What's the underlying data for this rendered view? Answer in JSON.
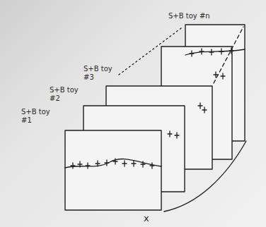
{
  "diagram": {
    "nodes": [
      {
        "text": [
          "S+B toy #1"
        ]
      },
      {
        "text": [
          "S+B toy #2"
        ]
      },
      {
        "text": [
          "S+B toy #3"
        ]
      },
      {
        "text": [
          "S+B toy #n"
        ]
      }
    ],
    "labels": [
      "x"
    ]
  }
}
